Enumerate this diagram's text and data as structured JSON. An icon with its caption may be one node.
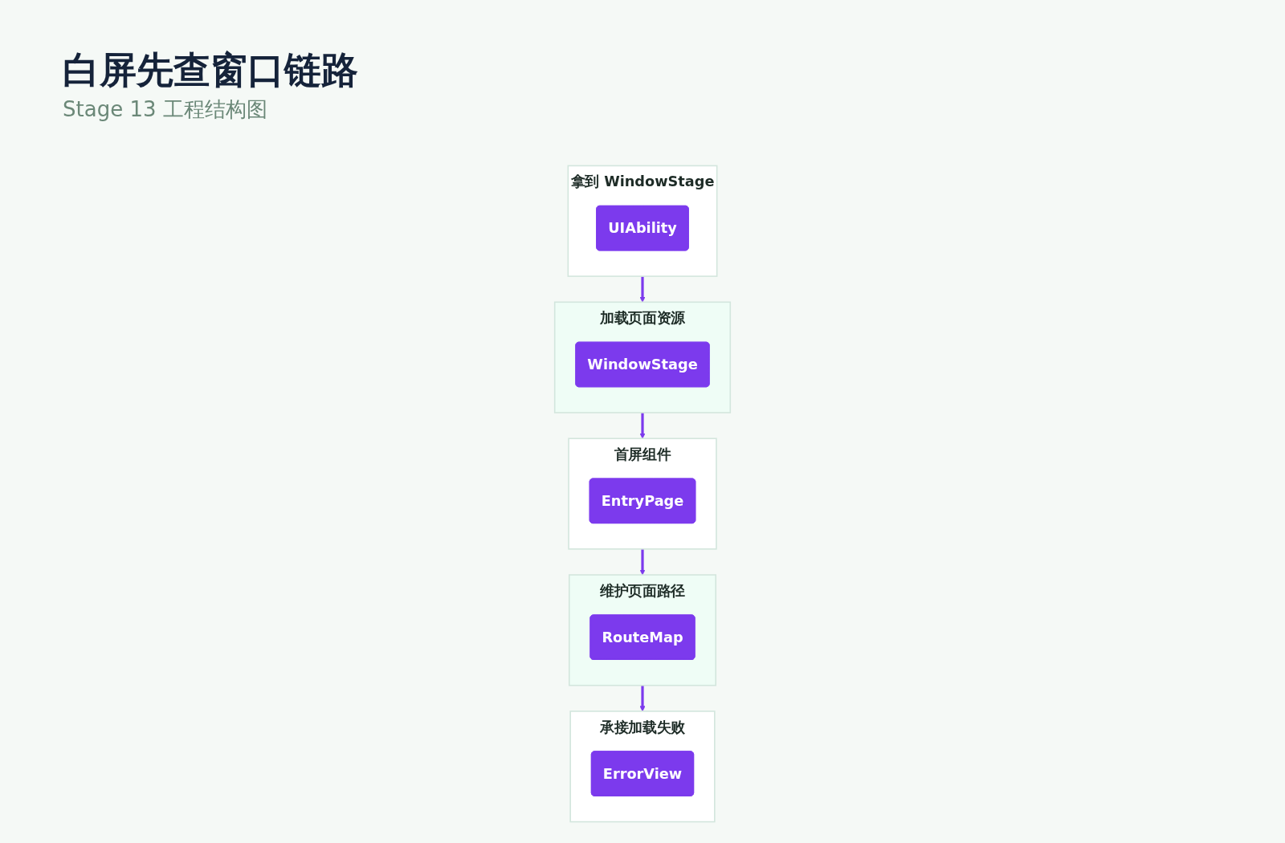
{
  "diagram": {
    "title": "白屏先查窗口链路",
    "nodes": [
      {
        "text": [
          "拿到 WindowStage"
        ]
      },
      {
        "text": [
          "UIAbility"
        ],
        "in": 0
      },
      {
        "text": [
          "加载页面资源"
        ]
      },
      {
        "text": [
          "WindowStage"
        ],
        "in": 2
      },
      {
        "text": [
          "首屏组件"
        ]
      },
      {
        "text": [
          "EntryPage"
        ],
        "in": 4
      },
      {
        "text": [
          "维护页面路径"
        ]
      },
      {
        "text": [
          "RouteMap"
        ],
        "in": 6
      },
      {
        "text": [
          "承接加载失败"
        ]
      },
      {
        "text": [
          "ErrorView"
        ],
        "in": 8
      }
    ],
    "edges": [
      {
        "from": 0,
        "to": 2,
        "arrow": "to"
      },
      {
        "from": 2,
        "to": 4,
        "arrow": "to"
      },
      {
        "from": 4,
        "to": 6,
        "arrow": "to"
      },
      {
        "from": 6,
        "to": 8,
        "arrow": "to"
      }
    ],
    "labels": [
      "Stage 13 工程结构图"
    ]
  }
}
